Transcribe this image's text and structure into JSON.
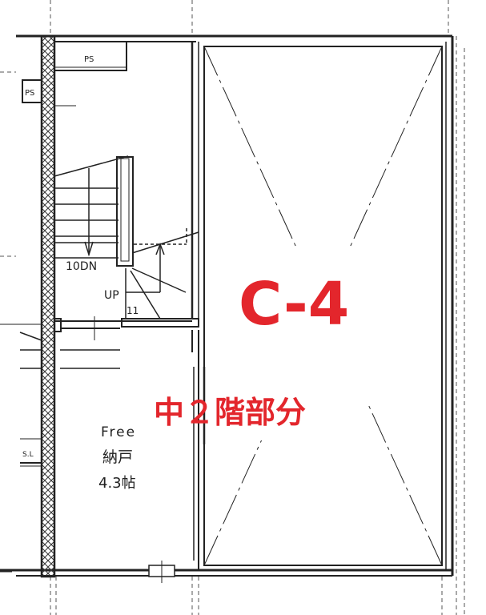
{
  "plan": {
    "unit_label": "C-4",
    "mezzanine_label": "中２階部分",
    "ps_labels": [
      "PS",
      "PS"
    ],
    "stair_down": "10DN",
    "stair_up": "UP",
    "stair_count_up": "11",
    "room_name_line1": "Free",
    "room_name_line2": "納戸",
    "room_size": "4.3帖",
    "sl_label": "S.L",
    "accent_color": "#e3262c",
    "line_color": "#222222"
  }
}
